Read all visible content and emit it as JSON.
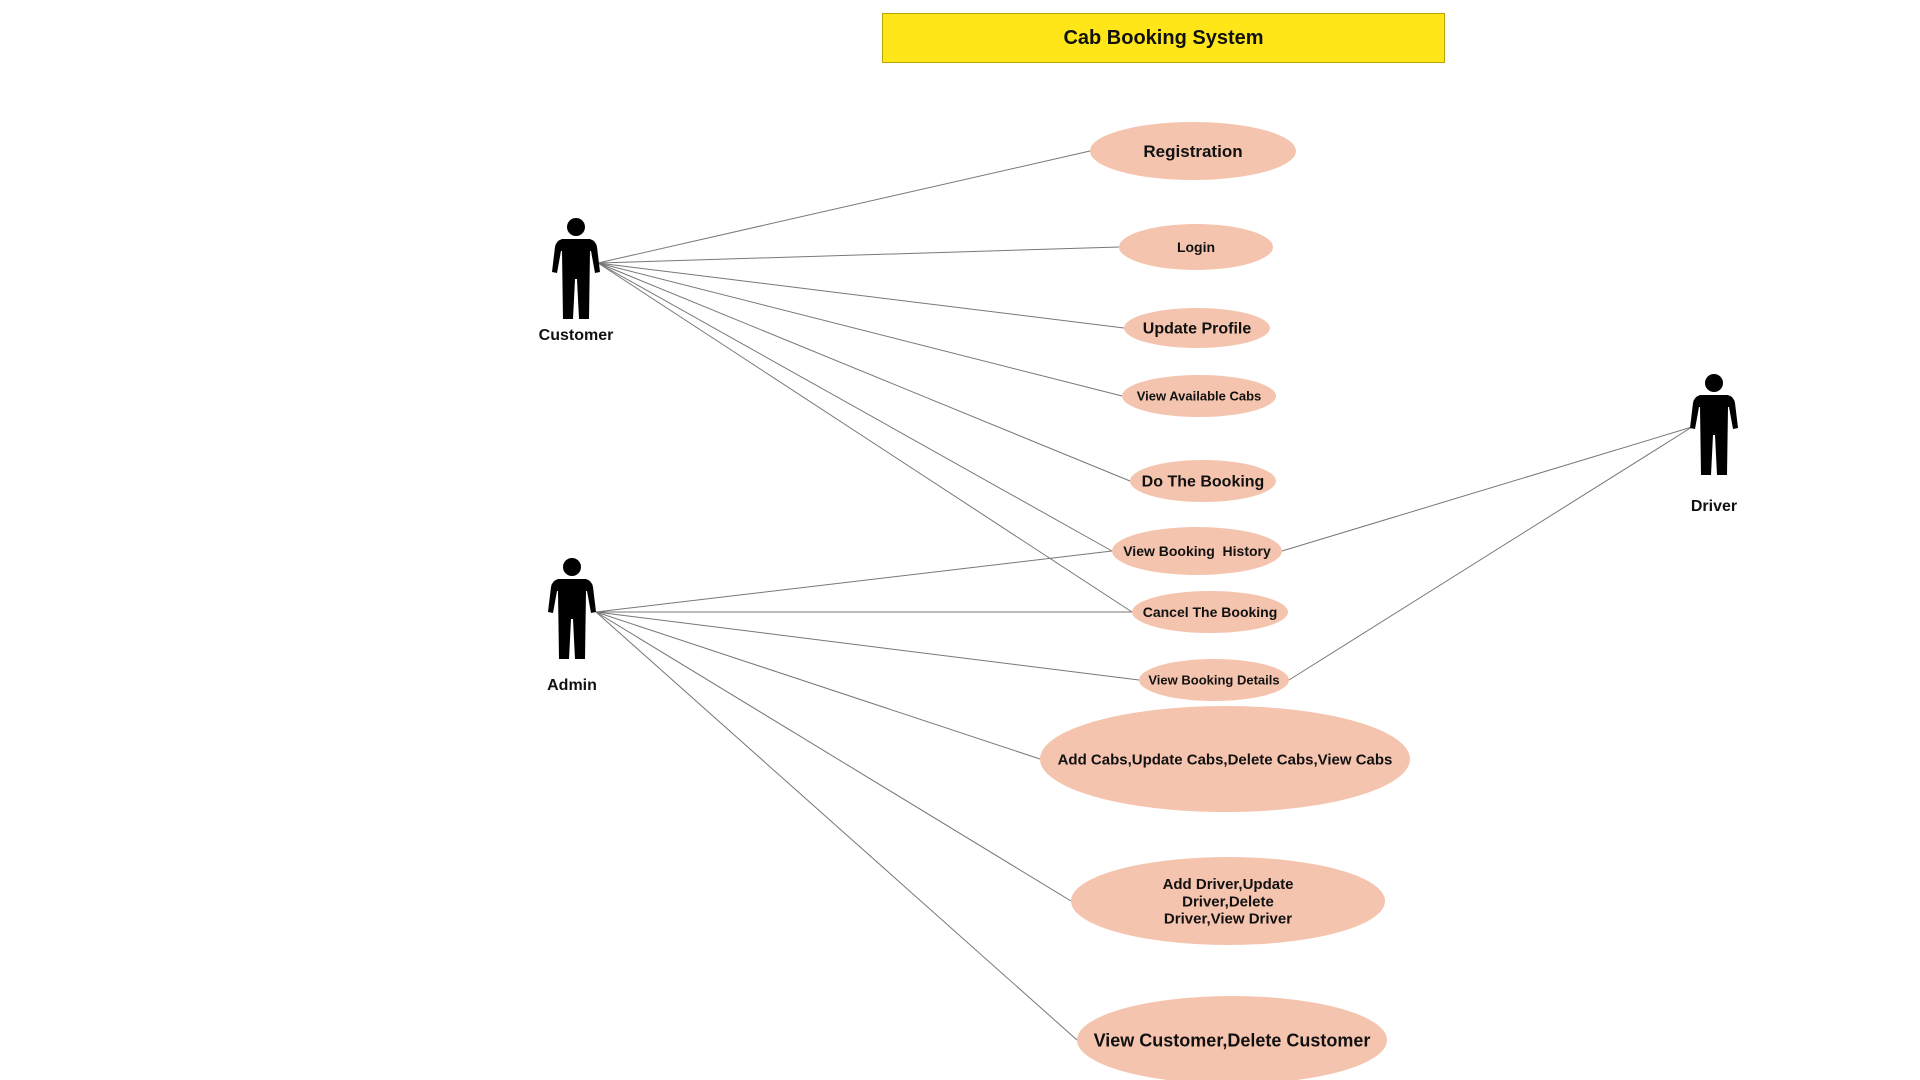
{
  "diagram": {
    "title": "Cab Booking System",
    "colors": {
      "title_background": "#ffe619",
      "usecase_fill": "#f5c4ae",
      "connector": "#777777",
      "actor": "#000000"
    },
    "actors": [
      {
        "id": "customer",
        "label": "Customer"
      },
      {
        "id": "admin",
        "label": "Admin"
      },
      {
        "id": "driver",
        "label": "Driver"
      }
    ],
    "usecases": [
      {
        "id": "registration",
        "lines": [
          "Registration"
        ]
      },
      {
        "id": "login",
        "lines": [
          "Login"
        ]
      },
      {
        "id": "update-profile",
        "lines": [
          "Update Profile"
        ]
      },
      {
        "id": "view-available-cabs",
        "lines": [
          "View Available Cabs"
        ]
      },
      {
        "id": "do-the-booking",
        "lines": [
          "Do The Booking"
        ]
      },
      {
        "id": "view-booking-history",
        "lines": [
          "View Booking  History"
        ]
      },
      {
        "id": "cancel-the-booking",
        "lines": [
          "Cancel The Booking"
        ]
      },
      {
        "id": "view-booking-details",
        "lines": [
          "View Booking Details"
        ]
      },
      {
        "id": "manage-cabs",
        "lines": [
          "Add Cabs,Update Cabs,Delete Cabs,View Cabs"
        ]
      },
      {
        "id": "manage-drivers",
        "lines": [
          "Add Driver,Update",
          "Driver,Delete",
          "Driver,View Driver"
        ]
      },
      {
        "id": "manage-customers",
        "lines": [
          "View Customer,Delete Customer"
        ]
      }
    ],
    "associations": [
      {
        "actor": "customer",
        "usecase": "registration"
      },
      {
        "actor": "customer",
        "usecase": "login"
      },
      {
        "actor": "customer",
        "usecase": "update-profile"
      },
      {
        "actor": "customer",
        "usecase": "view-available-cabs"
      },
      {
        "actor": "customer",
        "usecase": "do-the-booking"
      },
      {
        "actor": "customer",
        "usecase": "view-booking-history"
      },
      {
        "actor": "customer",
        "usecase": "cancel-the-booking"
      },
      {
        "actor": "admin",
        "usecase": "view-booking-history"
      },
      {
        "actor": "admin",
        "usecase": "cancel-the-booking"
      },
      {
        "actor": "admin",
        "usecase": "view-booking-details"
      },
      {
        "actor": "admin",
        "usecase": "manage-cabs"
      },
      {
        "actor": "admin",
        "usecase": "manage-drivers"
      },
      {
        "actor": "admin",
        "usecase": "manage-customers"
      },
      {
        "actor": "driver",
        "usecase": "view-booking-history"
      },
      {
        "actor": "driver",
        "usecase": "view-booking-details"
      }
    ]
  }
}
